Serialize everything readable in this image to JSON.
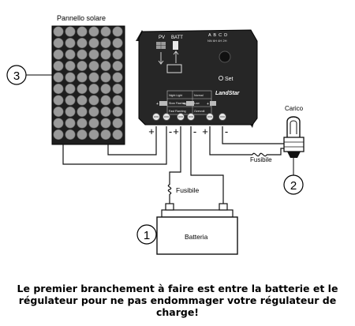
{
  "labels": {
    "solar_panel": "Pannello solare",
    "load": "Carico",
    "fuse_load": "Fusibile",
    "fuse_battery": "Fusibile",
    "battery": "Batteria",
    "pv": "PV",
    "batt": "BATT",
    "set": "Set",
    "brand": "LandStar",
    "abcd": "A  B  C  D",
    "modes": "NN 6H 4H 2H",
    "status_rows": [
      "Night Light",
      "Slow Flashing",
      "Fast Flashing"
    ],
    "status_cols": [
      "Normal",
      "Low",
      "Overvolt"
    ]
  },
  "steps": {
    "one": "1",
    "two": "2",
    "three": "3"
  },
  "polarity": {
    "plus": "+",
    "minus": "-"
  },
  "caption": {
    "line1": "Le premier branchement à faire est entre la batterie et le",
    "line2": "régulateur pour ne pas endommager votre régulateur de",
    "line3": "charge!"
  }
}
